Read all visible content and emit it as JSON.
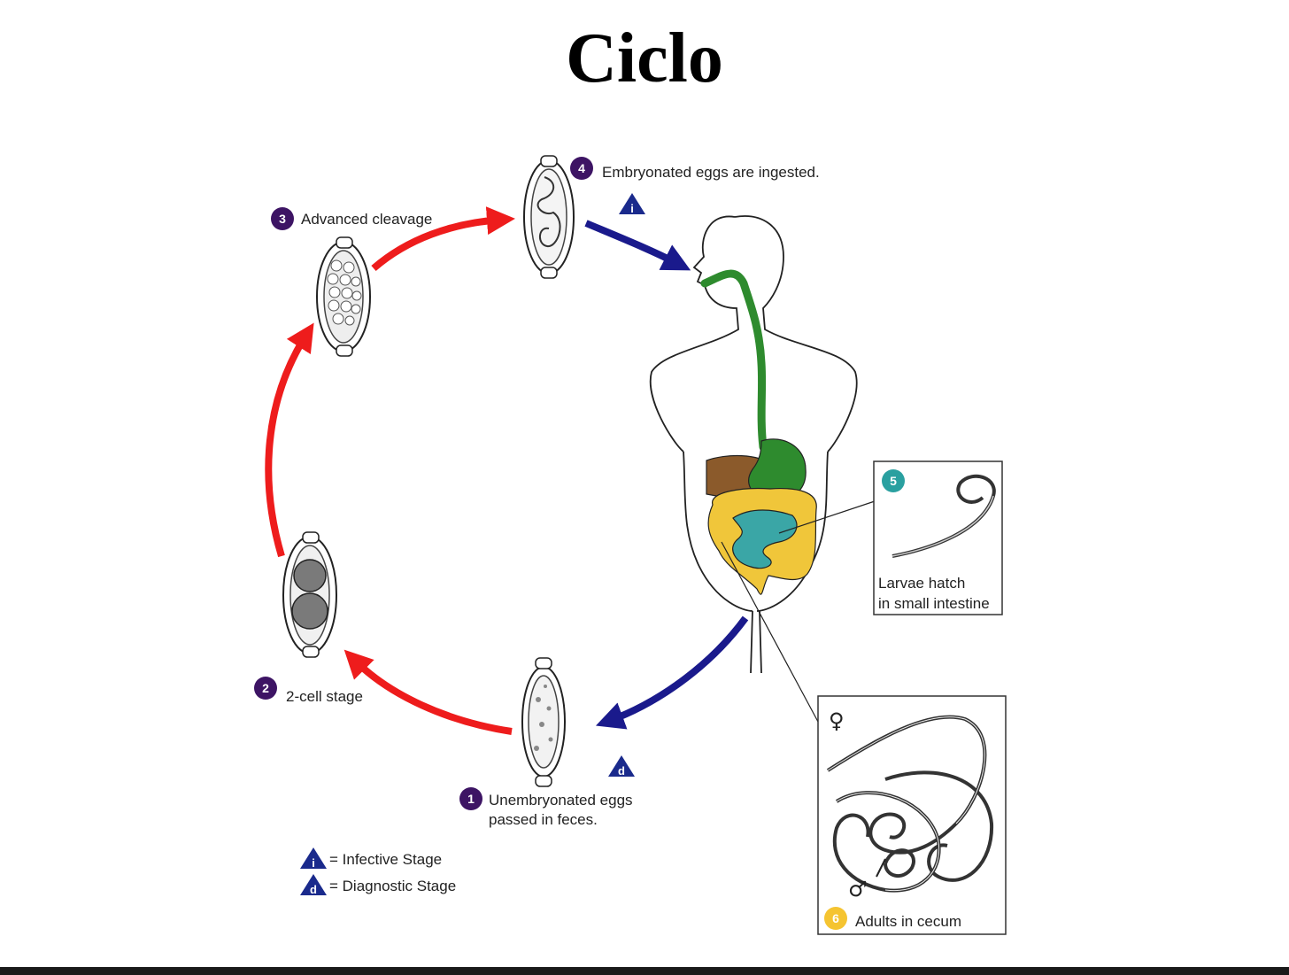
{
  "title": "Ciclo",
  "stages": {
    "s1": {
      "number": "1",
      "line1": "Unembryonated eggs",
      "line2": "passed in feces."
    },
    "s2": {
      "number": "2",
      "label": "2-cell stage"
    },
    "s3": {
      "number": "3",
      "label": "Advanced cleavage"
    },
    "s4": {
      "number": "4",
      "label": "Embryonated eggs are ingested."
    },
    "s5": {
      "number": "5",
      "line1": "Larvae hatch",
      "line2": "in small intestine"
    },
    "s6": {
      "number": "6",
      "label": "Adults in cecum"
    }
  },
  "markers": {
    "infective": "i",
    "diagnostic": "d"
  },
  "legend": {
    "infective_symbol": "i",
    "infective_label": "= Infective Stage",
    "diagnostic_symbol": "d",
    "diagnostic_label": "= Diagnostic Stage"
  },
  "symbols": {
    "female": "♀",
    "male": "♂"
  },
  "colors": {
    "badge_purple": "#3d1464",
    "badge_teal": "#2aa0a0",
    "badge_yellow": "#f5c431",
    "arrow_red": "#ee1c1c",
    "arrow_blue": "#1a1a8c",
    "triangle_blue": "#1a2a8c",
    "esophagus_green": "#2e8b2e",
    "liver_brown": "#8b5a2b",
    "small_intestine_teal": "#3aa6a6",
    "large_intestine_yellow": "#f0c63a"
  }
}
